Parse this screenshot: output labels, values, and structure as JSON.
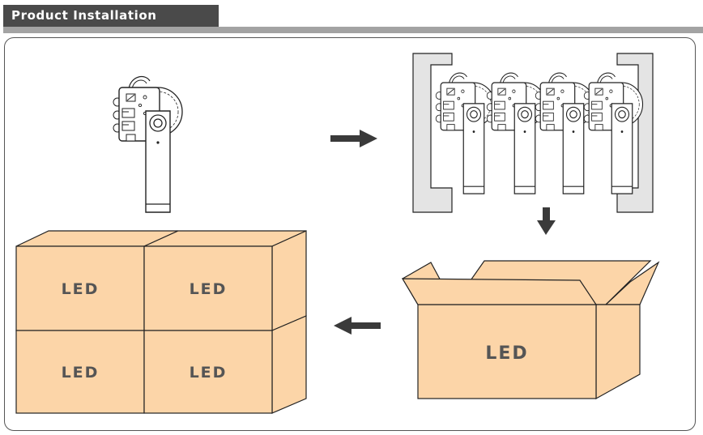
{
  "header": {
    "title": "Product  Installation"
  },
  "steps": [
    {
      "name": "single-fixture"
    },
    {
      "name": "fixtures-in-packing-frame"
    },
    {
      "name": "open-carton"
    },
    {
      "name": "stacked-cartons"
    }
  ],
  "cartons": {
    "open_box_label": "LED",
    "stacked": [
      {
        "label": "LED"
      },
      {
        "label": "LED"
      },
      {
        "label": "LED"
      },
      {
        "label": "LED"
      }
    ]
  },
  "colors": {
    "header_bg": "#4a4a4a",
    "header_bar": "#a3a3a3",
    "carton": "#fcd5a8",
    "frame_gray": "#e4e4e4",
    "arrow": "#3a3a3a"
  }
}
